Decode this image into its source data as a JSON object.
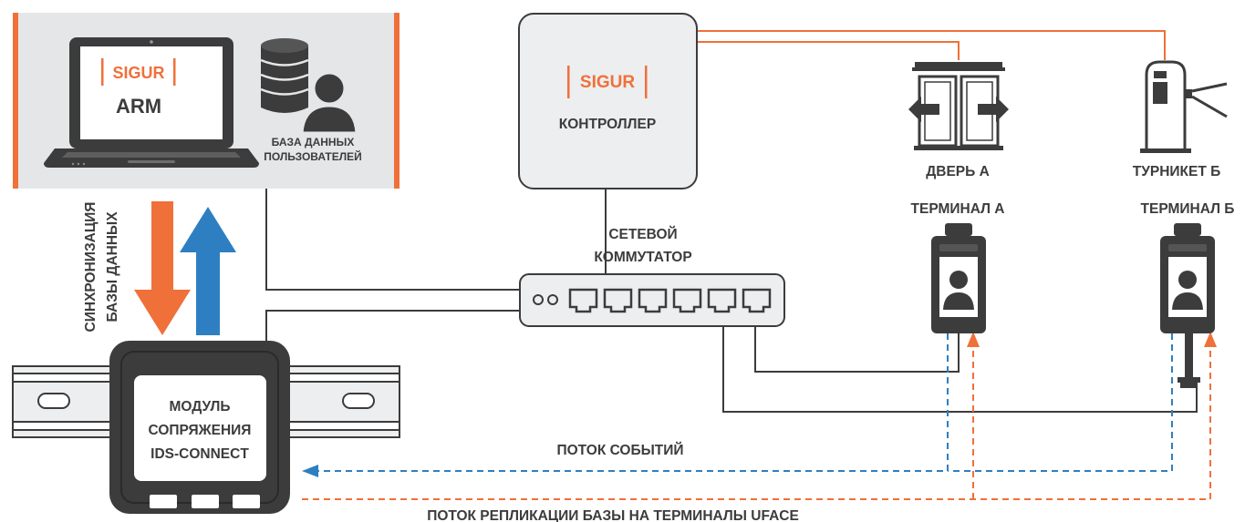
{
  "colors": {
    "accent": "#f0703a",
    "blue": "#2d7fc1",
    "dark": "#3c3c3c",
    "panel": "#e4e6e8",
    "device": "#eceeef"
  },
  "workstation": {
    "logo": "SIGUR",
    "app": "ARM",
    "db_label_line1": "БАЗА ДАННЫХ",
    "db_label_line2": "ПОЛЬЗОВАТЕЛЕЙ"
  },
  "controller": {
    "logo": "SIGUR",
    "label": "КОНТРОЛЛЕР"
  },
  "switch": {
    "label_line1": "СЕТЕВОЙ",
    "label_line2": "КОММУТАТОР"
  },
  "door": {
    "label": "ДВЕРЬ А"
  },
  "turnstile": {
    "label": "ТУРНИКЕТ Б"
  },
  "terminal_a": {
    "label": "ТЕРМИНАЛ А"
  },
  "terminal_b": {
    "label": "ТЕРМИНАЛ Б"
  },
  "sync": {
    "line1": "СИНХРОНИЗАЦИЯ",
    "line2": "БАЗЫ ДАННЫХ"
  },
  "module": {
    "line1": "МОДУЛЬ",
    "line2": "СОПРЯЖЕНИЯ",
    "line3": "IDS-CONNECT"
  },
  "flows": {
    "events": "ПОТОК СОБЫТИЙ",
    "replication": "ПОТОК РЕПЛИКАЦИИ БАЗЫ НА ТЕРМИНАЛЫ UFACE"
  }
}
